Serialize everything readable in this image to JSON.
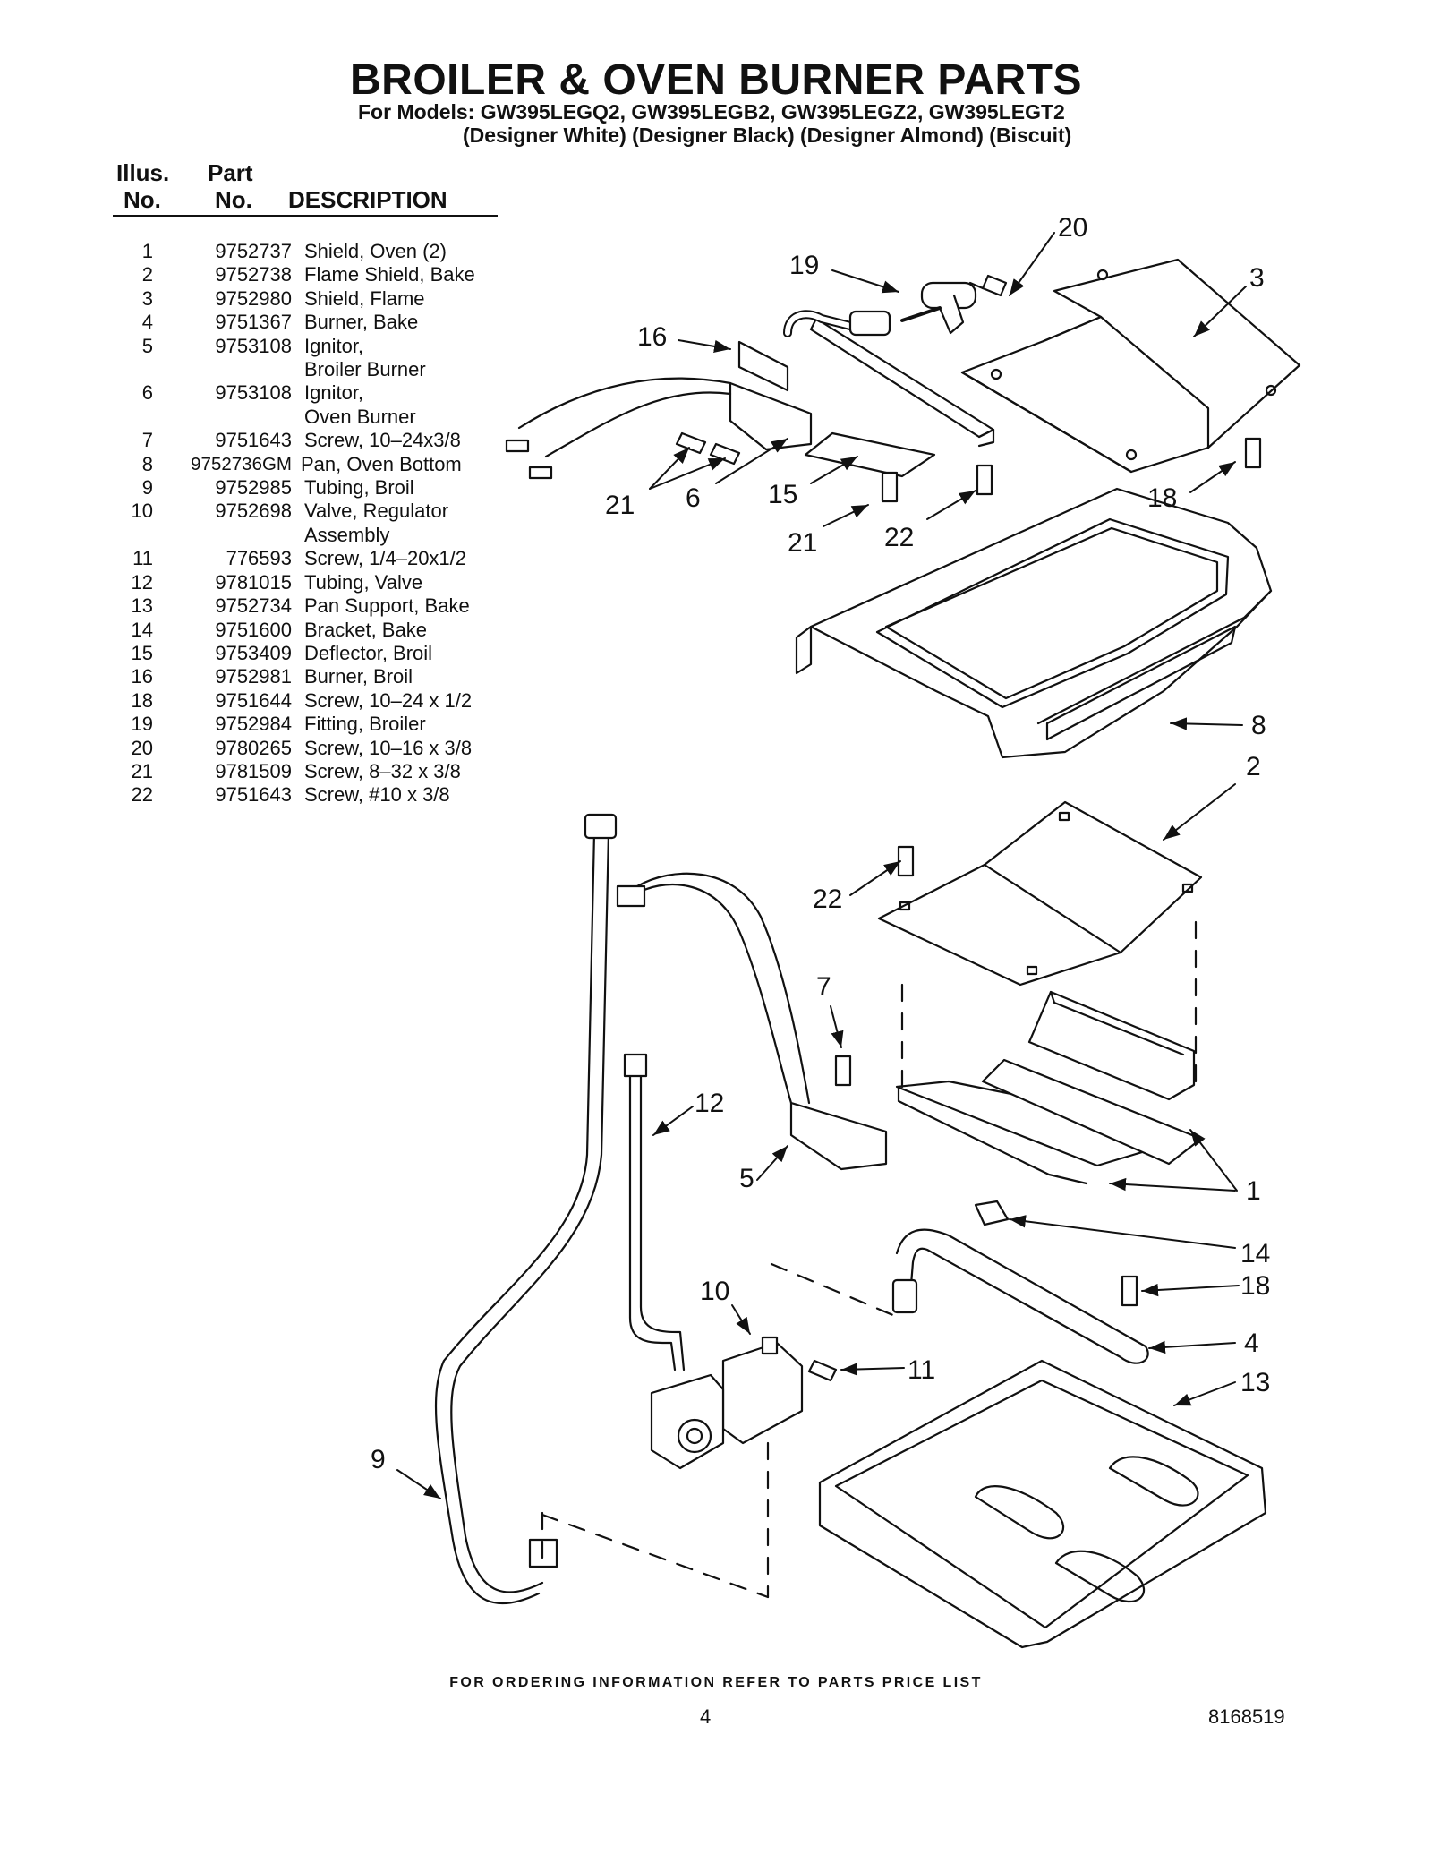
{
  "title": "BROILER & OVEN BURNER PARTS",
  "models_line": "For Models: GW395LEGQ2, GW395LEGB2, GW395LEGZ2, GW395LEGT2",
  "colors_line": "(Designer White) (Designer Black) (Designer Almond) (Biscuit)",
  "table_header": {
    "illus_line1": "Illus.",
    "illus_line2": "No.",
    "part_line1": "Part",
    "part_line2": "No.",
    "description": "DESCRIPTION"
  },
  "parts": [
    {
      "illus": "1",
      "part": "9752737",
      "desc": "Shield, Oven (2)"
    },
    {
      "illus": "2",
      "part": "9752738",
      "desc": "Flame Shield, Bake"
    },
    {
      "illus": "3",
      "part": "9752980",
      "desc": "Shield, Flame"
    },
    {
      "illus": "4",
      "part": "9751367",
      "desc": "Burner, Bake"
    },
    {
      "illus": "5",
      "part": "9753108",
      "desc": "Ignitor,"
    },
    {
      "illus": "",
      "part": "",
      "desc": "Broiler Burner"
    },
    {
      "illus": "6",
      "part": "9753108",
      "desc": "Ignitor,"
    },
    {
      "illus": "",
      "part": "",
      "desc": "Oven Burner"
    },
    {
      "illus": "7",
      "part": "9751643",
      "desc": "Screw, 10–24x3/8"
    },
    {
      "illus": "8",
      "part": "9752736GM",
      "desc": "Pan, Oven Bottom"
    },
    {
      "illus": "9",
      "part": "9752985",
      "desc": "Tubing, Broil"
    },
    {
      "illus": "10",
      "part": "9752698",
      "desc": "Valve, Regulator"
    },
    {
      "illus": "",
      "part": "",
      "desc": "Assembly"
    },
    {
      "illus": "11",
      "part": "776593",
      "desc": "Screw, 1/4–20x1/2"
    },
    {
      "illus": "12",
      "part": "9781015",
      "desc": "Tubing, Valve"
    },
    {
      "illus": "13",
      "part": "9752734",
      "desc": "Pan Support, Bake"
    },
    {
      "illus": "14",
      "part": "9751600",
      "desc": "Bracket, Bake"
    },
    {
      "illus": "15",
      "part": "9753409",
      "desc": "Deflector, Broil"
    },
    {
      "illus": "16",
      "part": "9752981",
      "desc": "Burner, Broil"
    },
    {
      "illus": "18",
      "part": "9751644",
      "desc": "Screw, 10–24 x 1/2"
    },
    {
      "illus": "19",
      "part": "9752984",
      "desc": "Fitting, Broiler"
    },
    {
      "illus": "20",
      "part": "9780265",
      "desc": "Screw, 10–16 x 3/8"
    },
    {
      "illus": "21",
      "part": "9781509",
      "desc": "Screw, 8–32 x 3/8"
    },
    {
      "illus": "22",
      "part": "9751643",
      "desc": "Screw, #10 x 3/8"
    }
  ],
  "callouts": [
    "20",
    "19",
    "3",
    "16",
    "21",
    "6",
    "15",
    "18",
    "21",
    "22",
    "8",
    "2",
    "22",
    "7",
    "12",
    "5",
    "1",
    "14",
    "10",
    "18",
    "4",
    "11",
    "13",
    "9"
  ],
  "footer": "FOR ORDERING INFORMATION REFER TO PARTS PRICE LIST",
  "page_number": "4",
  "document_number": "8168519"
}
